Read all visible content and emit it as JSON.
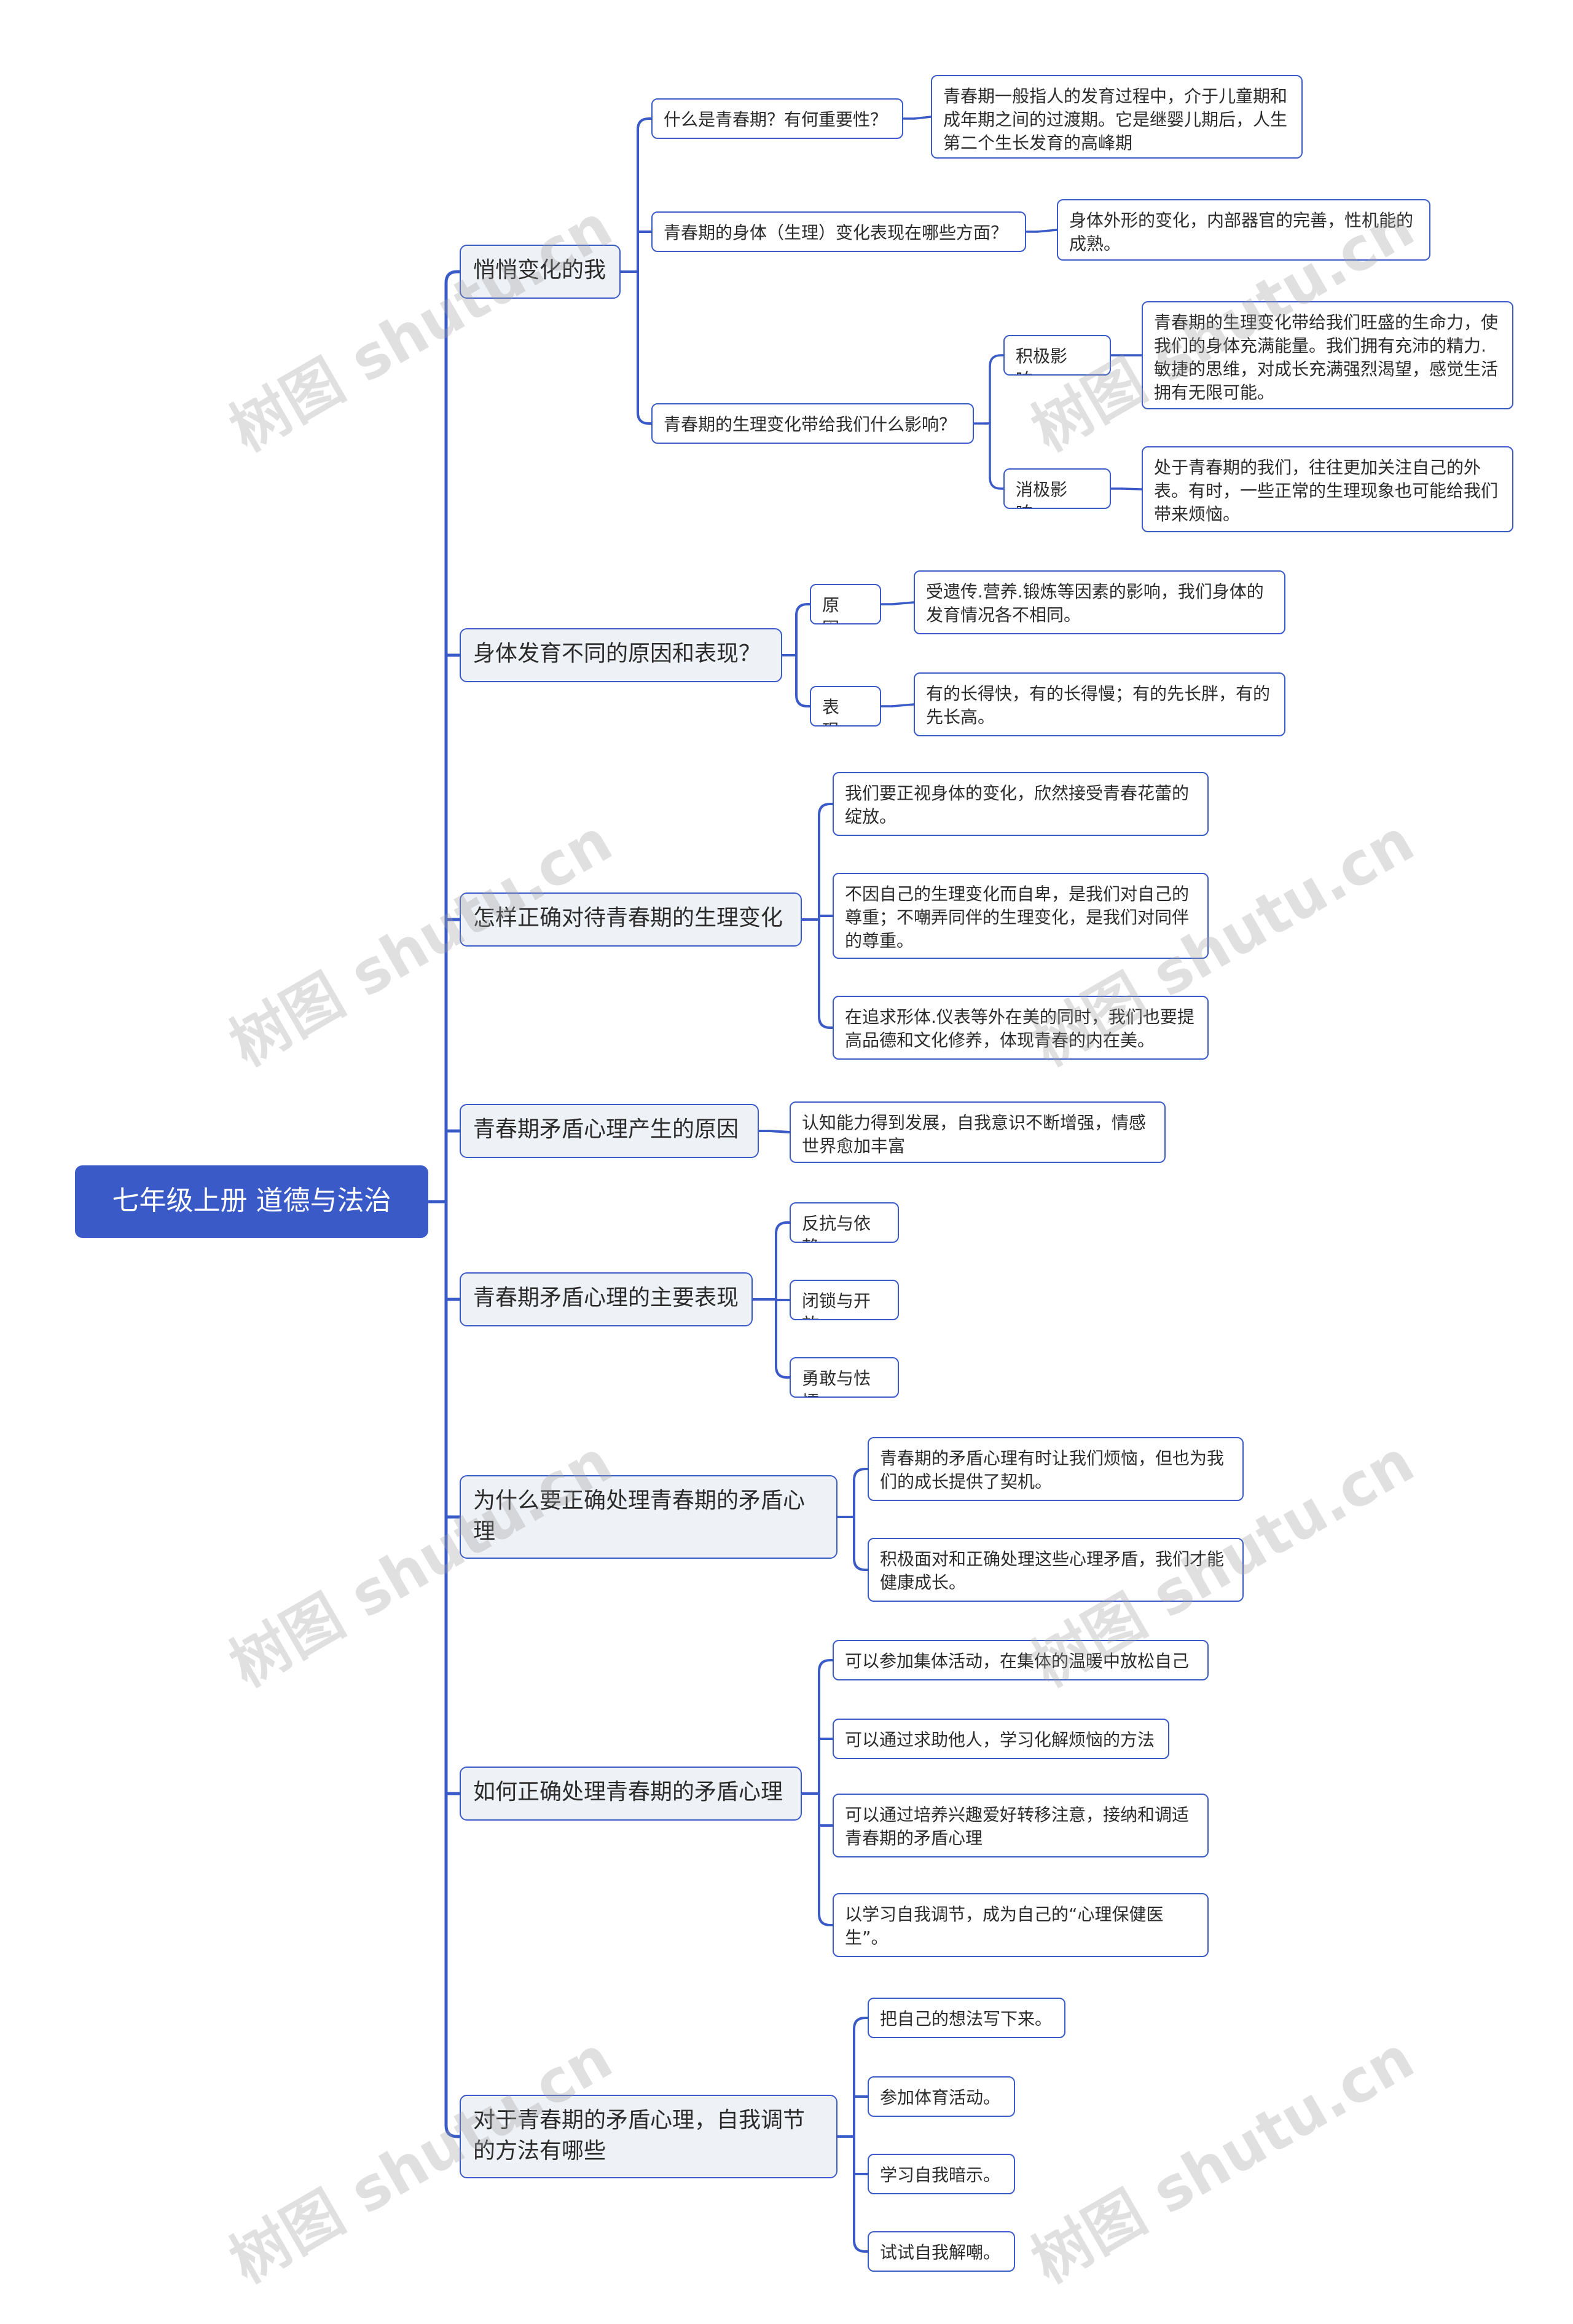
{
  "watermark": "树图 shutu.cn",
  "colors": {
    "accent": "#3a5bc7",
    "node_fill": "#eef1f5",
    "background": "#ffffff"
  },
  "root": {
    "label": "七年级上册 道德与法治"
  },
  "branches": [
    {
      "label": "悄悄变化的我",
      "children": [
        {
          "label": "什么是青春期？有何重要性？",
          "children": [
            {
              "label": "青春期一般指人的发育过程中，介于儿童期和成年期之间的过渡期。它是继婴儿期后，人生第二个生长发育的高峰期"
            }
          ]
        },
        {
          "label": "青春期的身体（生理）变化表现在哪些方面？",
          "children": [
            {
              "label": "身体外形的变化，内部器官的完善，性机能的成熟。"
            }
          ]
        },
        {
          "label": "青春期的生理变化带给我们什么影响？",
          "children": [
            {
              "label": "积极影响：",
              "children": [
                {
                  "label": "青春期的生理变化带给我们旺盛的生命力，使我们的身体充满能量。我们拥有充沛的精力.敏捷的思维，对成长充满强烈渴望，感觉生活拥有无限可能。"
                }
              ]
            },
            {
              "label": "消极影响：",
              "children": [
                {
                  "label": "处于青春期的我们，往往更加关注自己的外表。有时，一些正常的生理现象也可能给我们带来烦恼。"
                }
              ]
            }
          ]
        }
      ]
    },
    {
      "label": "身体发育不同的原因和表现？",
      "children": [
        {
          "label": "原因：",
          "children": [
            {
              "label": "受遗传.营养.锻炼等因素的影响，我们身体的发育情况各不相同。"
            }
          ]
        },
        {
          "label": "表现：",
          "children": [
            {
              "label": "有的长得快，有的长得慢；有的先长胖，有的先长高。"
            }
          ]
        }
      ]
    },
    {
      "label": "怎样正确对待青春期的生理变化",
      "children": [
        {
          "label": "我们要正视身体的变化，欣然接受青春花蕾的绽放。"
        },
        {
          "label": "不因自己的生理变化而自卑，是我们对自己的尊重；不嘲弄同伴的生理变化，是我们对同伴的尊重。"
        },
        {
          "label": "在追求形体.仪表等外在美的同时，我们也要提高品德和文化修养，体现青春的内在美。"
        }
      ]
    },
    {
      "label": "青春期矛盾心理产生的原因",
      "children": [
        {
          "label": "认知能力得到发展，自我意识不断增强，情感世界愈加丰富"
        }
      ]
    },
    {
      "label": "青春期矛盾心理的主要表现",
      "children": [
        {
          "label": "反抗与依赖"
        },
        {
          "label": "闭锁与开放"
        },
        {
          "label": "勇敢与怯懦"
        }
      ]
    },
    {
      "label": "为什么要正确处理青春期的矛盾心理",
      "children": [
        {
          "label": "青春期的矛盾心理有时让我们烦恼，但也为我们的成长提供了契机。"
        },
        {
          "label": "积极面对和正确处理这些心理矛盾，我们才能健康成长。"
        }
      ]
    },
    {
      "label": "如何正确处理青春期的矛盾心理",
      "children": [
        {
          "label": "可以参加集体活动，在集体的温暖中放松自己"
        },
        {
          "label": "可以通过求助他人，学习化解烦恼的方法"
        },
        {
          "label": "可以通过培养兴趣爱好转移注意，接纳和调适青春期的矛盾心理"
        },
        {
          "label": "以学习自我调节，成为自己的“心理保健医生”。"
        }
      ]
    },
    {
      "label": "对于青春期的矛盾心理，自我调节的方法有哪些",
      "children": [
        {
          "label": "把自己的想法写下来。"
        },
        {
          "label": "参加体育活动。"
        },
        {
          "label": "学习自我暗示。"
        },
        {
          "label": "试试自我解嘲。"
        }
      ]
    }
  ]
}
